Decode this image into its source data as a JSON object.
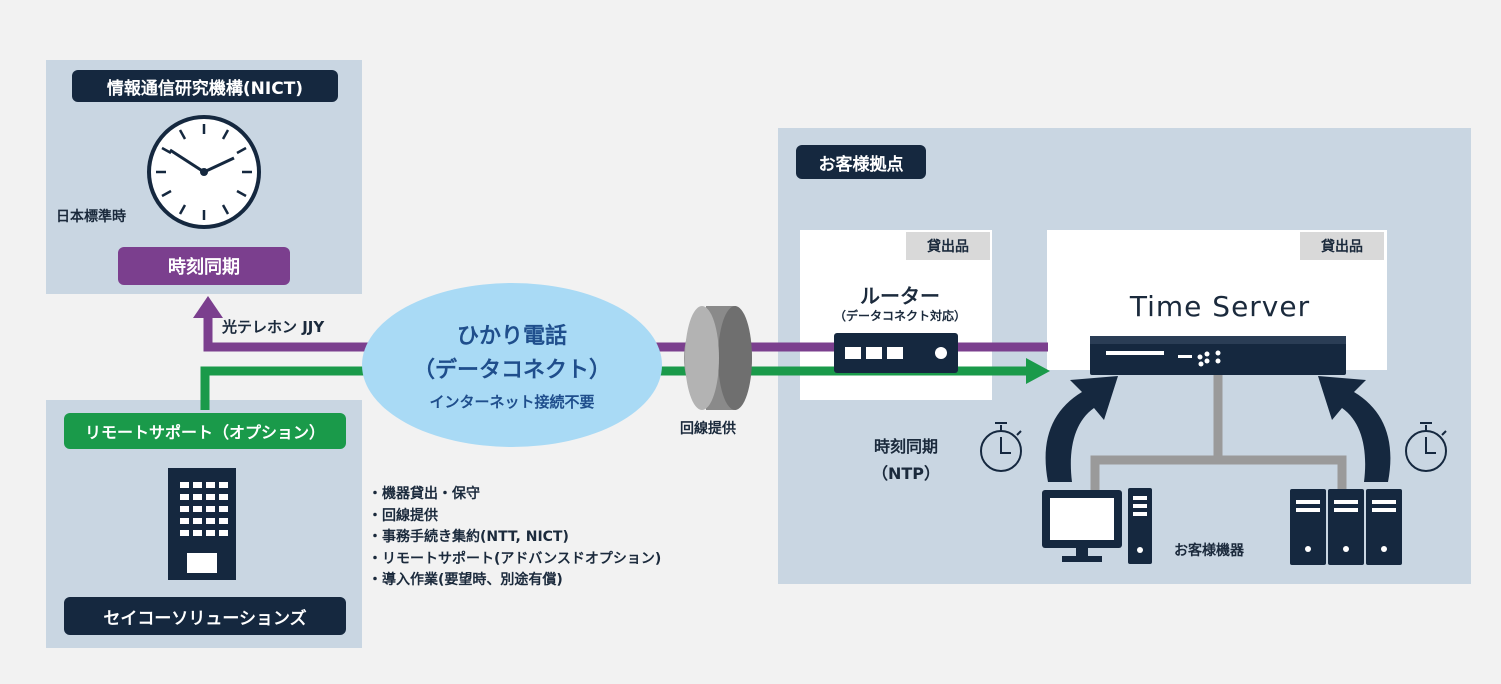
{
  "nict": {
    "title": "情報通信研究機構(NICT)",
    "clock_label": "日本標準時",
    "sync_label": "時刻同期"
  },
  "seiko": {
    "support_label": "リモートサポート（オプション）",
    "name": "セイコーソリューションズ"
  },
  "cloud": {
    "title_line1": "ひかり電話",
    "title_line2": "（データコネクト）",
    "subtitle": "インターネット接続不要"
  },
  "links": {
    "jjy_label": "光テレホン JJY",
    "line_provision_label": "回線提供"
  },
  "features": [
    "・機器貸出・保守",
    "・回線提供",
    "・事務手続き集約(NTT, NICT)",
    "・リモートサポート(アドバンスドオプション)",
    "・導入作業(要望時、別途有償)"
  ],
  "customer": {
    "title": "お客様拠点",
    "router_rental": "貸出品",
    "router_name": "ルーター",
    "router_sub": "（データコネクト対応）",
    "server_rental": "貸出品",
    "server_name": "Time Server",
    "ntp_line1": "時刻同期",
    "ntp_line2": "（NTP）",
    "devices_label": "お客様機器"
  },
  "colors": {
    "navy": "#15283f",
    "purple": "#7b3f8e",
    "green": "#1a9a4a",
    "cloud": "#a9daf5",
    "panel": "#c9d6e2"
  }
}
